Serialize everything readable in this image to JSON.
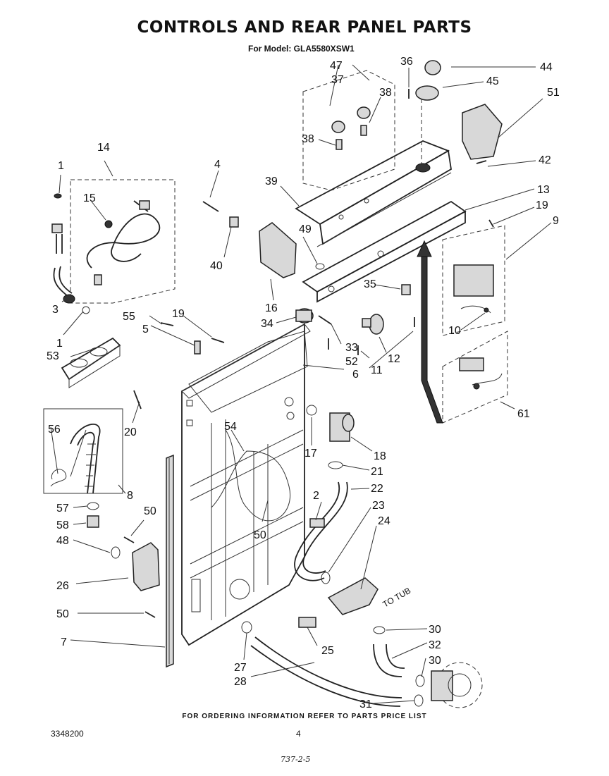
{
  "header": {
    "title": "CONTROLS AND REAR PANEL PARTS",
    "subtitle": "For Model: GLA5580XSW1"
  },
  "footer": {
    "note": "FOR ORDERING INFORMATION REFER TO PARTS PRICE LIST",
    "doc_number": "3348200",
    "page_number": "4",
    "handwritten": "737-2-5"
  },
  "diagram": {
    "annotation_to_tub": "TO TUB",
    "callouts": [
      "1",
      "1",
      "2",
      "3",
      "4",
      "5",
      "6",
      "7",
      "8",
      "9",
      "10",
      "11",
      "12",
      "13",
      "14",
      "15",
      "16",
      "17",
      "18",
      "19",
      "19",
      "20",
      "21",
      "22",
      "23",
      "24",
      "25",
      "26",
      "27",
      "28",
      "30",
      "30",
      "31",
      "32",
      "33",
      "34",
      "35",
      "36",
      "37",
      "38",
      "38",
      "39",
      "40",
      "42",
      "44",
      "45",
      "47",
      "48",
      "49",
      "50",
      "50",
      "50",
      "51",
      "52",
      "53",
      "54",
      "55",
      "56",
      "57",
      "58",
      "61"
    ]
  }
}
